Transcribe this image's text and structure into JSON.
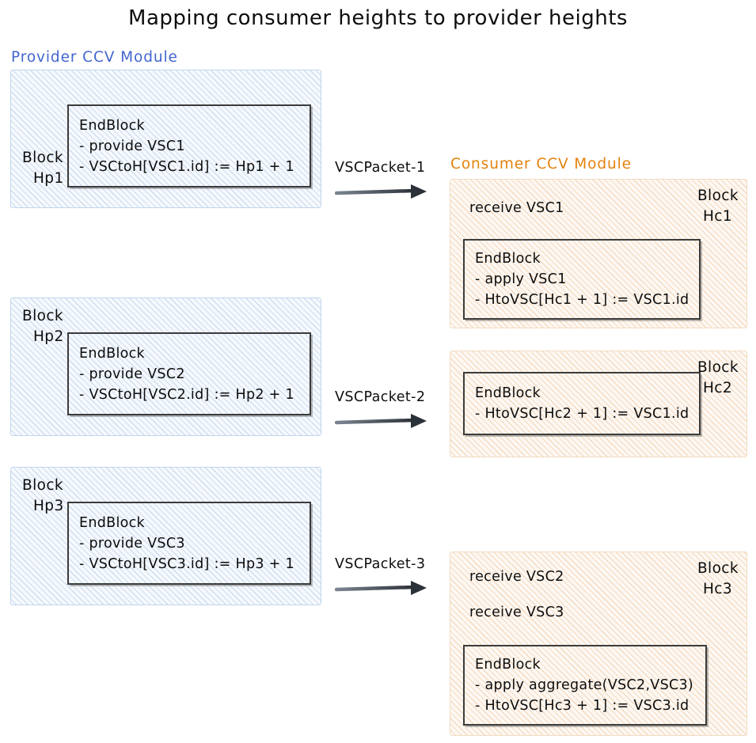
{
  "title": "Mapping consumer heights to provider heights",
  "colors": {
    "provider_accent": "#4366cf",
    "consumer_accent": "#e4820d",
    "provider_fill": "#f6f9fd",
    "provider_border": "#c2d6ec",
    "consumer_fill": "#fdf8f3",
    "consumer_border": "#f3dcc2",
    "ink": "#0d0d0d",
    "endblock_border": "#3b3b3b"
  },
  "provider": {
    "label": "Provider CCV Module",
    "blocks": [
      {
        "id_line1": "Block",
        "id_line2": "Hp1",
        "endblock": {
          "heading": "EndBlock",
          "lines": [
            "- provide VSC1",
            "- VSCtoH[VSC1.id] := Hp1 + 1"
          ]
        }
      },
      {
        "id_line1": "Block",
        "id_line2": "Hp2",
        "endblock": {
          "heading": "EndBlock",
          "lines": [
            "- provide VSC2",
            "- VSCtoH[VSC2.id] := Hp2 + 1"
          ]
        }
      },
      {
        "id_line1": "Block",
        "id_line2": "Hp3",
        "endblock": {
          "heading": "EndBlock",
          "lines": [
            "- provide VSC3",
            "- VSCtoH[VSC3.id] := Hp3 + 1"
          ]
        }
      }
    ]
  },
  "consumer": {
    "label": "Consumer CCV Module",
    "blocks": [
      {
        "id_line1": "Block",
        "id_line2": "Hc1",
        "events": [
          "receive VSC1"
        ],
        "endblock": {
          "heading": "EndBlock",
          "lines": [
            "- apply VSC1",
            "- HtoVSC[Hc1 + 1] := VSC1.id"
          ]
        }
      },
      {
        "id_line1": "Block",
        "id_line2": "Hc2",
        "events": [],
        "endblock": {
          "heading": "EndBlock",
          "lines": [
            "- HtoVSC[Hc2 + 1] := VSC1.id"
          ]
        }
      },
      {
        "id_line1": "Block",
        "id_line2": "Hc3",
        "events": [
          "receive VSC2",
          "receive VSC3"
        ],
        "endblock": {
          "heading": "EndBlock",
          "lines": [
            "- apply aggregate(VSC2,VSC3)",
            "- HtoVSC[Hc3 + 1] := VSC3.id"
          ]
        }
      }
    ]
  },
  "arrows": [
    {
      "label": "VSCPacket-1"
    },
    {
      "label": "VSCPacket-2"
    },
    {
      "label": "VSCPacket-3"
    }
  ]
}
